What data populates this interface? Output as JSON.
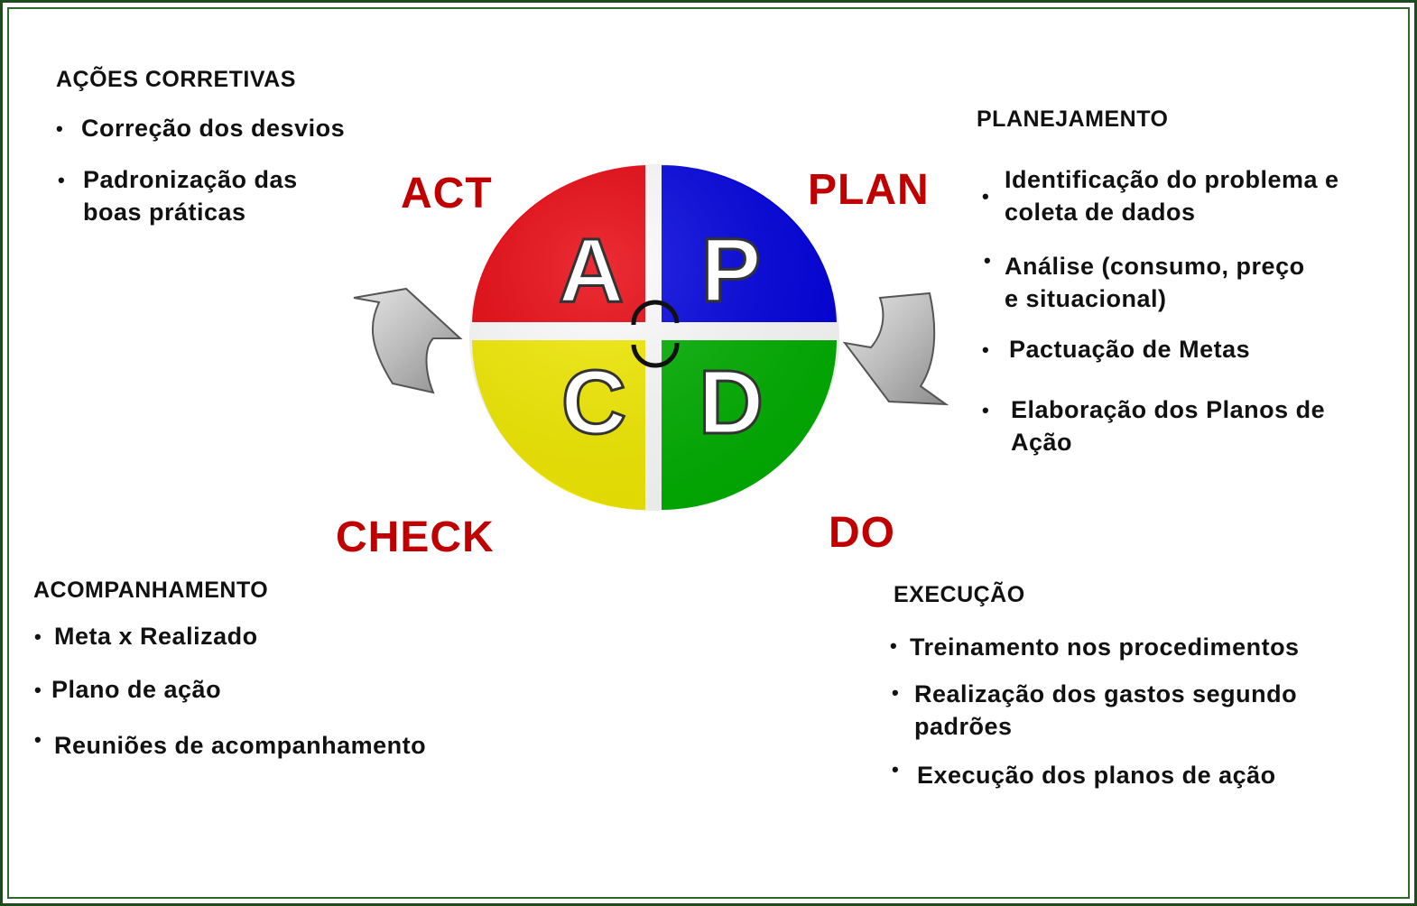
{
  "colors": {
    "frame": "#1e4a1e",
    "phase_label": "#c00000",
    "act": "#e8000a",
    "plan": "#0000e0",
    "check": "#f4ec00",
    "do": "#00b000",
    "arrows": "#bdbdbd"
  },
  "phases": {
    "act": {
      "label": "ACT",
      "letter": "A"
    },
    "plan": {
      "label": "PLAN",
      "letter": "P"
    },
    "check": {
      "label": "CHECK",
      "letter": "C"
    },
    "do": {
      "label": "DO",
      "letter": "D"
    }
  },
  "acoes_corretivas": {
    "title": "AÇÕES CORRETIVAS",
    "items": [
      "Correção dos desvios",
      "Padronização das",
      "boas práticas"
    ]
  },
  "planejamento": {
    "title": "PLANEJAMENTO",
    "items": [
      "Identificação do problema e",
      "coleta de dados",
      "Análise (consumo, preço",
      "e situacional)",
      "Pactuação de Metas",
      "Elaboração dos Planos de",
      "Ação"
    ]
  },
  "acompanhamento": {
    "title": "ACOMPANHAMENTO",
    "items": [
      "Meta x Realizado",
      "Plano de ação",
      "Reuniões de acompanhamento"
    ]
  },
  "execucao": {
    "title": "EXECUÇÃO",
    "items": [
      "Treinamento nos procedimentos",
      "Realização dos gastos segundo",
      "padrões",
      "Execução dos planos de ação"
    ]
  }
}
